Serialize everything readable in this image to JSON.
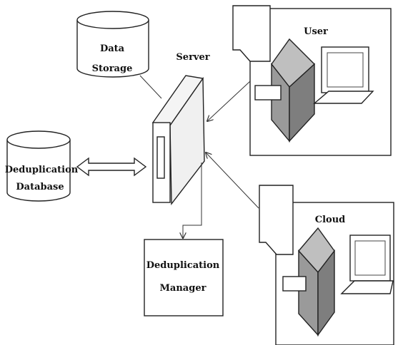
{
  "nodes": {
    "data_storage": {
      "line1": "Data",
      "line2": "Storage"
    },
    "server": {
      "label": "Server"
    },
    "user": {
      "label": "User"
    },
    "dedup_db": {
      "line1": "Deduplication",
      "line2": "Database"
    },
    "cloud": {
      "label": "Cloud"
    },
    "dedup_manager": {
      "line1": "Deduplication",
      "line2": "Manager"
    }
  },
  "colors": {
    "outline": "#222222",
    "shade_dark": "#7a7a7a",
    "shade_mid": "#a9a9a9",
    "shade_light": "#e8e8e8",
    "fill": "#ffffff"
  }
}
